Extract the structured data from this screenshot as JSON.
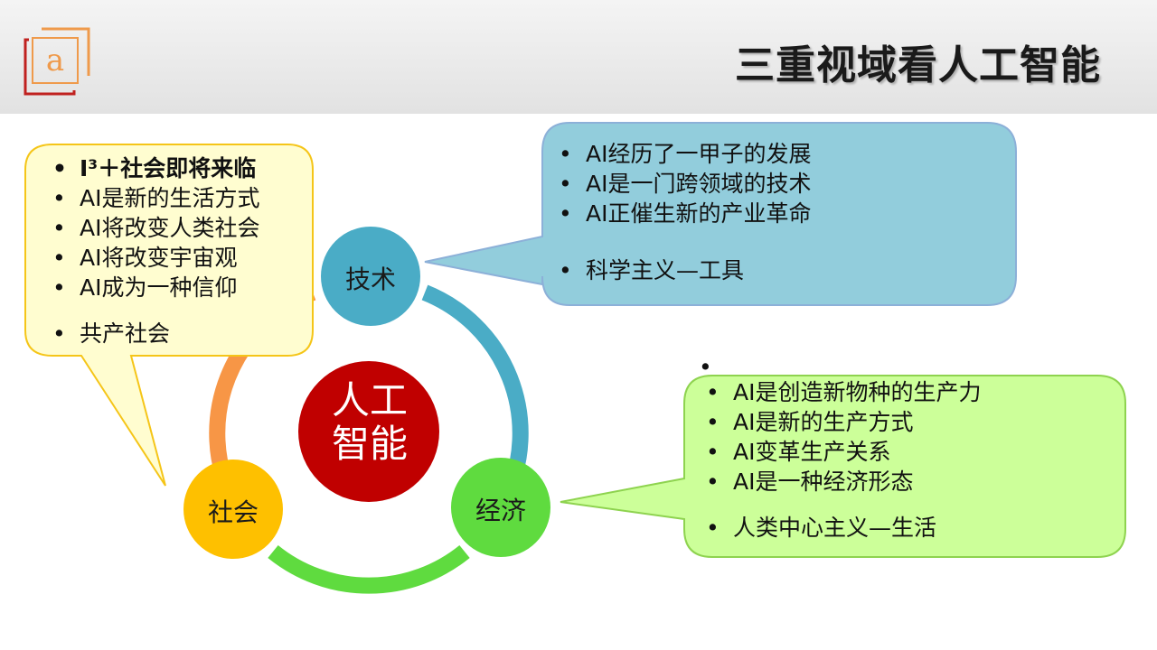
{
  "slide": {
    "title": "三重视域看人工智能"
  },
  "logo": {
    "glyph": "a",
    "colors": {
      "frame_red": "#c0211f",
      "frame_orange": "#ef9a4b"
    }
  },
  "center": {
    "line1": "人工",
    "line2": "智能",
    "color": "#c00000"
  },
  "nodes": {
    "tech": {
      "label": "技术",
      "color": "#4aacc6"
    },
    "economy": {
      "label": "经济",
      "color": "#5fdb3f"
    },
    "society": {
      "label": "社会",
      "color": "#fec000"
    }
  },
  "bubbles": {
    "society": {
      "items": [
        "I³＋社会即将来临",
        "AI是新的生活方式",
        "AI将改变人类社会",
        "AI将改变宇宙观",
        "AI成为一种信仰"
      ],
      "summary": "共产社会",
      "fill": "#fffdd0",
      "stroke": "#f5c518"
    },
    "tech": {
      "items": [
        "AI经历了一甲子的发展",
        "AI是一门跨领域的技术",
        "AI正催生新的产业革命"
      ],
      "summary": "科学主义—工具",
      "fill": "#92cddc",
      "stroke": "#8cb0d8"
    },
    "economy": {
      "items": [
        "AI是创造新物种的生产力",
        "AI是新的生产方式",
        "AI变革生产关系",
        "AI是一种经济形态"
      ],
      "summary": "人类中心主义—生活",
      "fill": "#ccff99",
      "stroke": "#8ed34f"
    }
  },
  "ring_colors": {
    "tech_to_economy": "#4aacc6",
    "economy_to_society": "#5fdb3f",
    "society_to_tech": "#f79646"
  }
}
